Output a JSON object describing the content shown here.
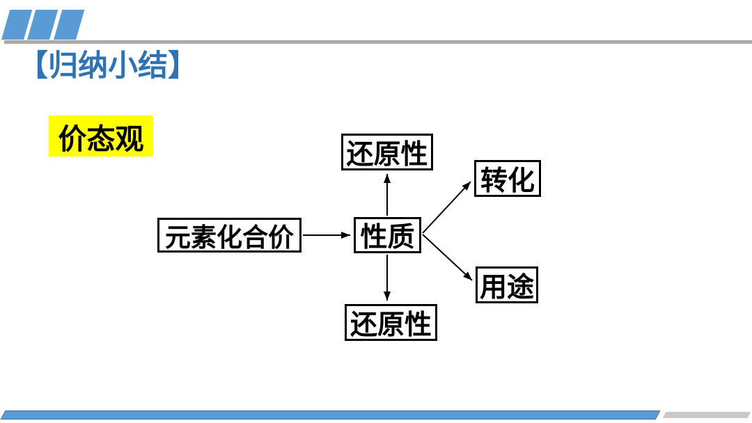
{
  "slide": {
    "title": "【归纳小结】",
    "label": "价态观",
    "diagram": {
      "valence": "元素化合价",
      "property": "性质",
      "reducing_top": "还原性",
      "reducing_bottom": "还原性",
      "transform": "转化",
      "usage": "用途"
    },
    "colors": {
      "title_blue": "#2E74B5",
      "accent_blue": "#5B9BD5",
      "accent_blue_border": "#41719C",
      "highlight_yellow": "#FFFF00",
      "gray_line": "#ADADAD",
      "gray_bar": "#C9C9C9",
      "text_black": "#000000",
      "background": "#FFFFFF"
    }
  }
}
